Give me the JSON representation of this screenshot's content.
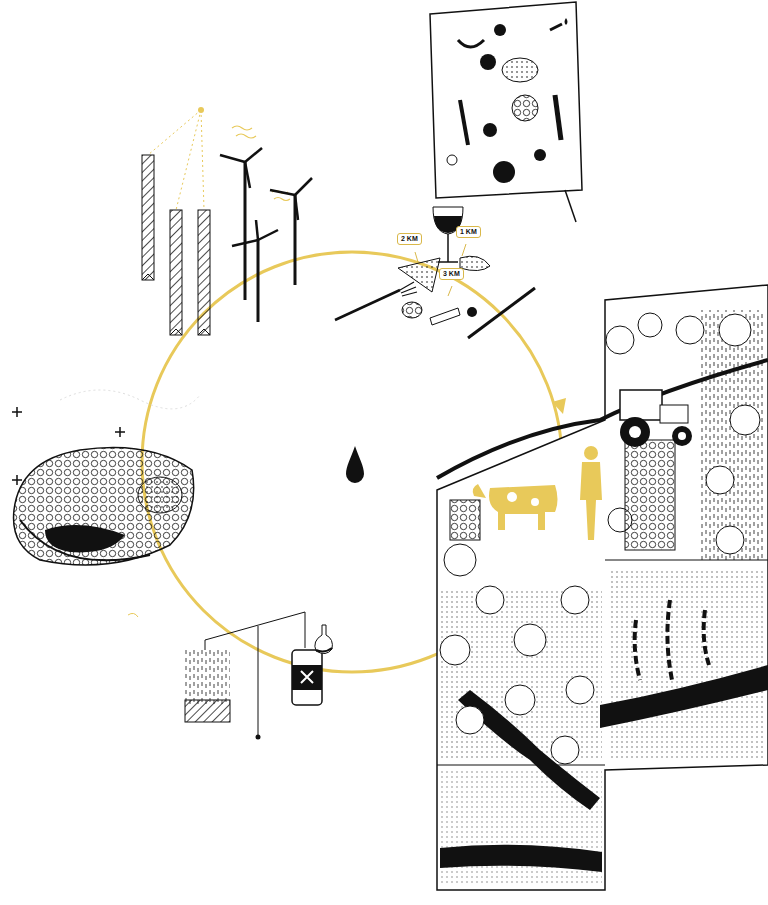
{
  "diagram": {
    "labels": [
      "2 KM",
      "1 KM",
      "3 KM"
    ]
  }
}
